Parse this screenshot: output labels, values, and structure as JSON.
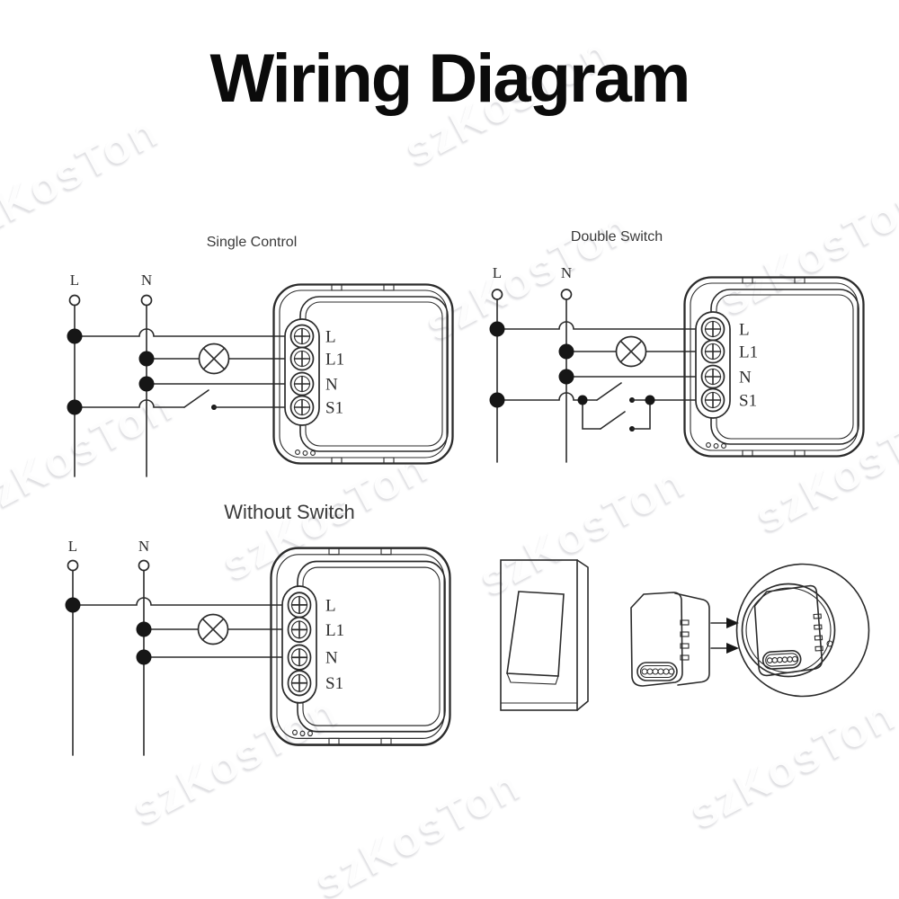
{
  "page_title": "Wiring Diagram",
  "watermark": {
    "text": "szKosTon"
  },
  "diagrams": {
    "single_control": {
      "title": "Single Control",
      "line_label": "L",
      "neutral_label": "N",
      "terminals": [
        "L",
        "L1",
        "N",
        "S1"
      ]
    },
    "double_switch": {
      "title": "Double Switch",
      "line_label": "L",
      "neutral_label": "N",
      "terminals": [
        "L",
        "L1",
        "N",
        "S1"
      ]
    },
    "without_switch": {
      "title": "Without Switch",
      "line_label": "L",
      "neutral_label": "N",
      "terminals": [
        "L",
        "L1",
        "N",
        "S1"
      ]
    }
  }
}
